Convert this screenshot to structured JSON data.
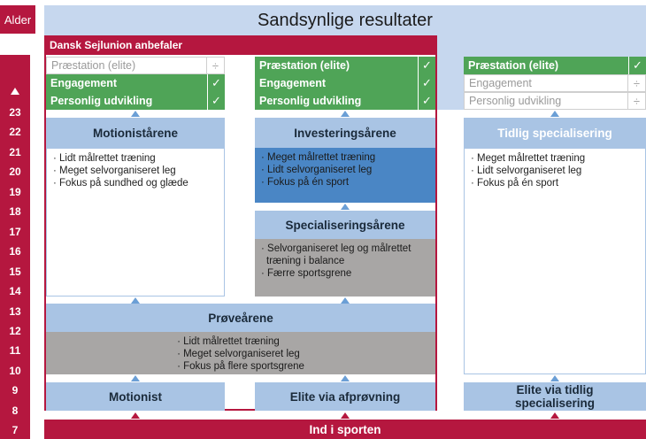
{
  "age_axis": {
    "label": "Alder",
    "ages": [
      "23",
      "22",
      "21",
      "20",
      "19",
      "18",
      "17",
      "16",
      "15",
      "14",
      "13",
      "12",
      "11",
      "10",
      "9",
      "8",
      "7"
    ]
  },
  "top_title": "Sandsynlige resultater",
  "recommendation_title": "Dansk Sejlunion anbefaler",
  "outcomes": {
    "col1": [
      {
        "label": "Præstation (elite)",
        "mark": "÷"
      },
      {
        "label": "Engagement",
        "mark": "✓"
      },
      {
        "label": "Personlig udvikling",
        "mark": "✓"
      }
    ],
    "col2": [
      {
        "label": "Præstation (elite)",
        "mark": "✓"
      },
      {
        "label": "Engagement",
        "mark": "✓"
      },
      {
        "label": "Personlig udvikling",
        "mark": "✓"
      }
    ],
    "col3": [
      {
        "label": "Præstation (elite)",
        "mark": "✓"
      },
      {
        "label": "Engagement",
        "mark": "÷"
      },
      {
        "label": "Personlig udvikling",
        "mark": "÷"
      }
    ]
  },
  "phases": {
    "motionist_years": {
      "title": "Motionistårene",
      "items": [
        "· Lidt målrettet træning",
        "· Meget selvorganiseret leg",
        "· Fokus på sundhed og glæde"
      ]
    },
    "investment_years": {
      "title": "Investeringsårene",
      "items": [
        "· Meget målrettet træning",
        "· Lidt selvorganiseret leg",
        "· Fokus på én sport"
      ]
    },
    "specialization_years": {
      "title": "Specialiseringsårene",
      "items": [
        "· Selvorganiseret leg og målrettet",
        "  træning i balance",
        "· Færre sportsgrene"
      ]
    },
    "early_specialization": {
      "title": "Tidlig specialisering",
      "items": [
        "· Meget målrettet træning",
        "· Lidt selvorganiseret leg",
        "· Fokus på én sport"
      ]
    },
    "trial_years": {
      "title": "Prøveårene",
      "items": [
        "· Lidt målrettet træning",
        "· Meget selvorganiseret leg",
        "· Fokus på flere sportsgrene"
      ]
    }
  },
  "pathways": {
    "motionist": "Motionist",
    "elite_trial": "Elite via afprøvning",
    "elite_early_line1": "Elite via tidlig",
    "elite_early_line2": "specialisering"
  },
  "entry": "Ind i sporten",
  "colors": {
    "brand_red": "#b5173f",
    "header_blue": "#a9c4e4",
    "band_blue": "#c6d7ee",
    "accent_blue": "#4a86c5",
    "check_green": "#4fa457",
    "gray": "#a8a6a5"
  }
}
